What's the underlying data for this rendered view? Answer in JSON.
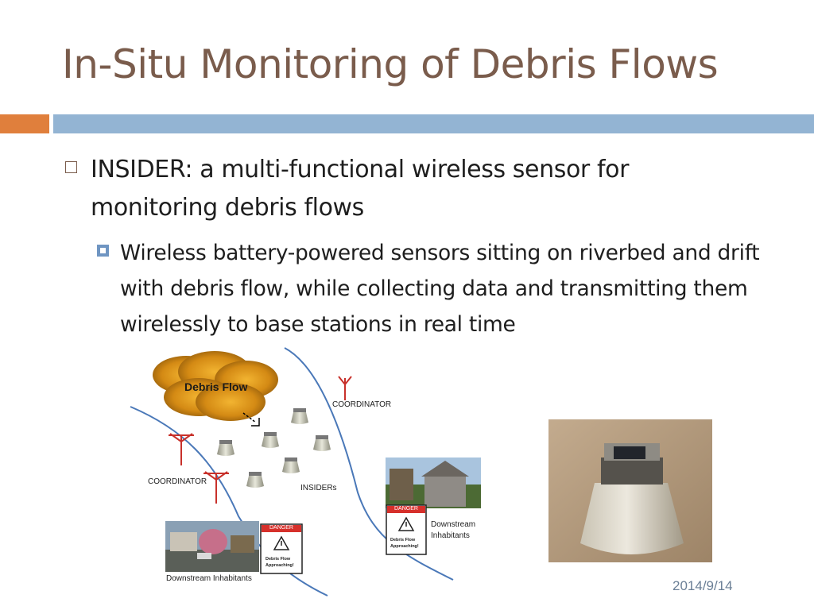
{
  "slide": {
    "title": "In-Situ Monitoring of Debris Flows",
    "bullet_1": "INSIDER: a multi-functional wireless sensor for monitoring debris flows",
    "bullet_1_1": "Wireless battery-powered sensors sitting on riverbed and drift with debris flow, while collecting data and transmitting them wirelessly to base stations in real time",
    "date": "2014/9/14"
  },
  "diagram": {
    "debris_flow": "Debris Flow",
    "coordinator_right": "COORDINATOR",
    "coordinator_left": "COORDINATOR",
    "insiders": "INSIDERs",
    "downstream_left": "Downstream Inhabitants",
    "downstream_right_line1": "Downstream",
    "downstream_right_line2": "Inhabitants",
    "danger_label": "DANGER",
    "sign_text_line1": "Debris Flow",
    "sign_text_line2": "Approaching!"
  },
  "colors": {
    "title": "#7a5c4c",
    "accent_orange": "#e07f3c",
    "accent_blue": "#93b4d3",
    "river": "#4a78b8",
    "antenna": "#c8312b"
  }
}
